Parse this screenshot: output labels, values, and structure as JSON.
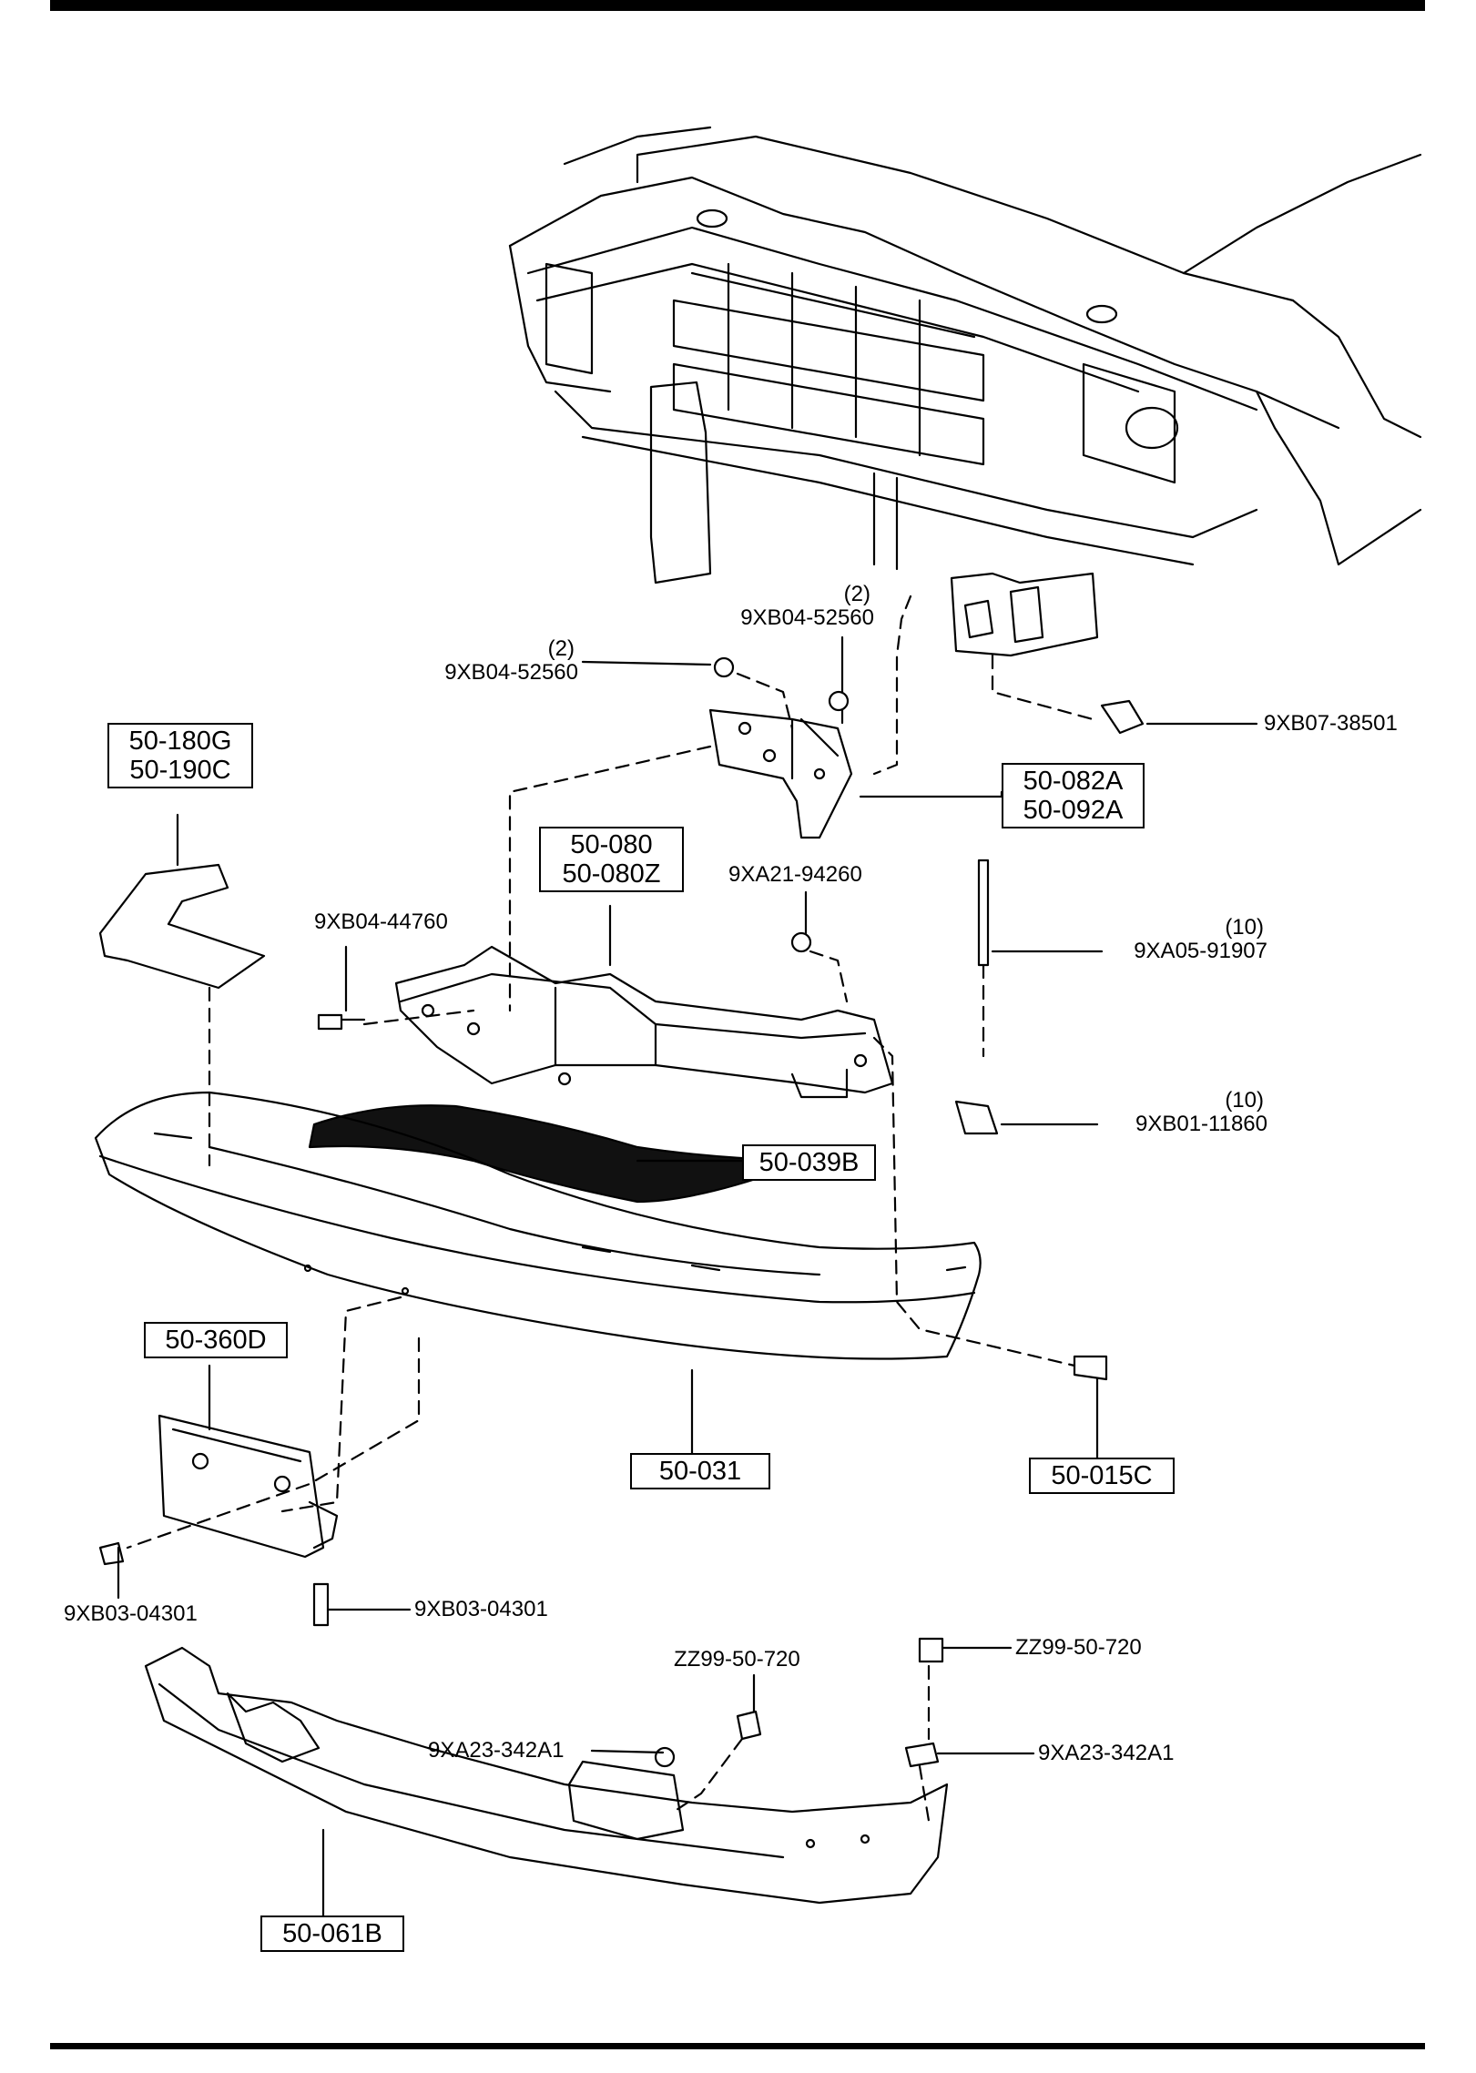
{
  "callouts": {
    "boxed": {
      "cover_left": [
        "50-180G",
        "50-190C"
      ],
      "bracket_right": [
        "50-082A",
        "50-092A"
      ],
      "reinforcement": [
        "50-080",
        "50-080Z"
      ],
      "grille_pad": "50-039B",
      "license_bracket": "50-360D",
      "bumper": "50-031",
      "bolt_right": "50-015C",
      "lower_valance": "50-061B"
    },
    "parts": {
      "nut_left": {
        "qty": "(2)",
        "number": "9XB04-52560"
      },
      "nut_top": {
        "qty": "(2)",
        "number": "9XB04-52560"
      },
      "bolt_frame": "9XB07-38501",
      "nut_reinforcement": "9XA21-94260",
      "bolt_reinforcement": "9XB04-44760",
      "screw_top": {
        "qty": "(10)",
        "number": "9XA05-91907"
      },
      "nut_clip": {
        "qty": "(10)",
        "number": "9XB01-11860"
      },
      "rivet_left": "9XB03-04301",
      "rivet_center": "9XB03-04301",
      "screw_valance_left": "ZZ99-50-720",
      "screw_valance_right": "ZZ99-50-720",
      "clip_valance_left": "9XA23-342A1",
      "clip_valance_right": "9XA23-342A1"
    }
  },
  "colors": {
    "ink": "#000000",
    "paper": "#ffffff",
    "pad_fill": "#111111"
  }
}
